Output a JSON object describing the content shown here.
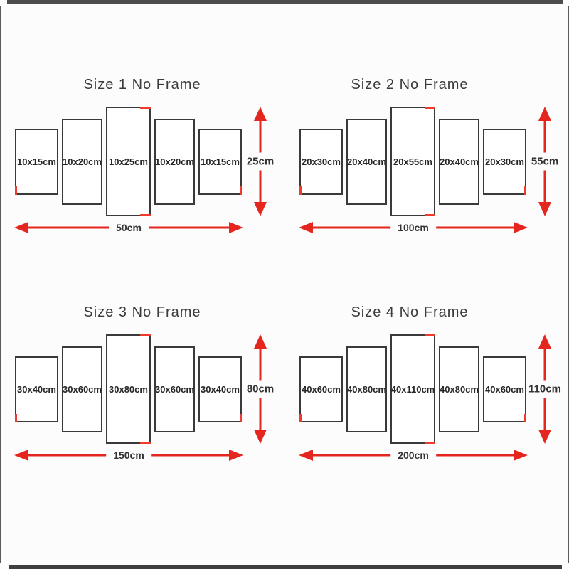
{
  "colors": {
    "accent_red": "#e5261f",
    "mark_red": "#ef3b2d",
    "panel_border": "#3a3a3a",
    "frame_edge": "#4c4c4c",
    "text": "#3b3b3b"
  },
  "quadrants": [
    {
      "title": "Size 1 No Frame",
      "panels": [
        "10x15cm",
        "10x20cm",
        "10x25cm",
        "10x20cm",
        "10x15cm"
      ],
      "height_label": "25cm",
      "width_label": "50cm"
    },
    {
      "title": "Size 2 No Frame",
      "panels": [
        "20x30cm",
        "20x40cm",
        "20x55cm",
        "20x40cm",
        "20x30cm"
      ],
      "height_label": "55cm",
      "width_label": "100cm"
    },
    {
      "title": "Size 3 No Frame",
      "panels": [
        "30x40cm",
        "30x60cm",
        "30x80cm",
        "30x60cm",
        "30x40cm"
      ],
      "height_label": "80cm",
      "width_label": "150cm"
    },
    {
      "title": "Size 4 No Frame",
      "panels": [
        "40x60cm",
        "40x80cm",
        "40x110cm",
        "40x80cm",
        "40x60cm"
      ],
      "height_label": "110cm",
      "width_label": "200cm"
    }
  ]
}
